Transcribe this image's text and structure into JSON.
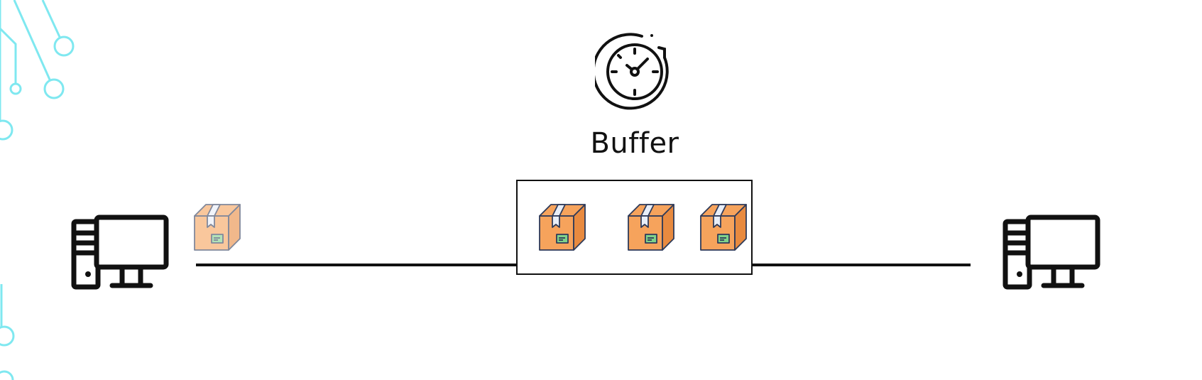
{
  "diagram": {
    "buffer_label": "Buffer",
    "icons": {
      "timer": "timer-icon",
      "sender": "desktop-computer-icon",
      "receiver": "desktop-computer-icon",
      "packet": "package-box-icon"
    },
    "colors": {
      "accent_decoration": "#7fe8f0",
      "box_orange": "#f6a35c",
      "box_faded": "#f9c99a",
      "line": "#111111"
    },
    "packets_in_buffer": 3,
    "packets_in_transit": 1
  }
}
